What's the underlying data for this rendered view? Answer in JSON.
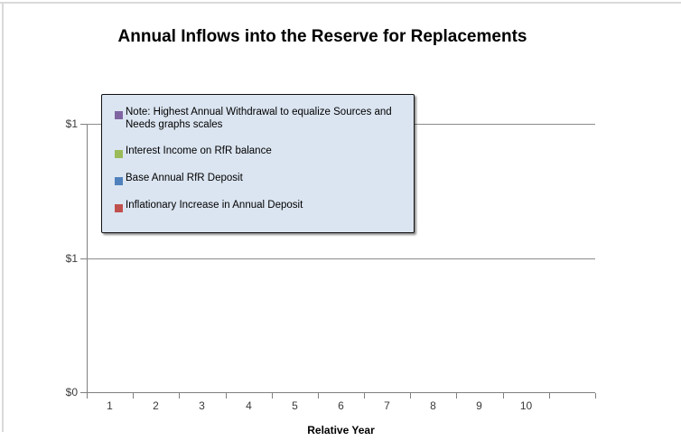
{
  "window": {
    "bg_color": "#ffffff",
    "frame_border_color": "#d9d9d9"
  },
  "chart": {
    "title": "Annual Inflows into the Reserve for Replacements",
    "x_axis_title": "Relative Year"
  },
  "legend": {
    "bg_color": "#dbe5f1",
    "border_color": "#111111",
    "items": [
      {
        "label": "Note: Highest Annual Withdrawal to equalize Sources and Needs graphs scales",
        "color": "#8064a2",
        "marker": "square"
      },
      {
        "label": "Interest Income on RfR balance",
        "color": "#9bbb59",
        "marker": "square"
      },
      {
        "label": "Base Annual RfR Deposit",
        "color": "#4f81bd",
        "marker": "square"
      },
      {
        "label": "Inflationary Increase in Annual Deposit",
        "color": "#c0504d",
        "marker": "square"
      }
    ]
  },
  "chart_data": {
    "type": "bar",
    "title": "Annual Inflows into the Reserve for Replacements",
    "xlabel": "Relative Year",
    "ylabel": "",
    "categories": [
      "1",
      "2",
      "3",
      "4",
      "5",
      "6",
      "7",
      "8",
      "9",
      "10"
    ],
    "unlabeled_trailing_cell": true,
    "series": [
      {
        "name": "Note: Highest Annual Withdrawal to equalize Sources and Needs graphs scales",
        "color": "#8064a2",
        "values": []
      },
      {
        "name": "Interest Income on RfR balance",
        "color": "#9bbb59",
        "values": []
      },
      {
        "name": "Base Annual RfR Deposit",
        "color": "#4f81bd",
        "values": []
      },
      {
        "name": "Inflationary Increase in Annual Deposit",
        "color": "#c0504d",
        "values": []
      }
    ],
    "plotted_points_visible": false,
    "y_ticks": [
      {
        "label": "$0",
        "value": 0
      },
      {
        "label": "$1",
        "value": 0.5
      },
      {
        "label": "$1",
        "value": 1
      }
    ],
    "ylim": [
      0,
      1
    ],
    "grid": true,
    "gridline_color": "#8c8c8c",
    "legend_position": "inside-top-left"
  }
}
